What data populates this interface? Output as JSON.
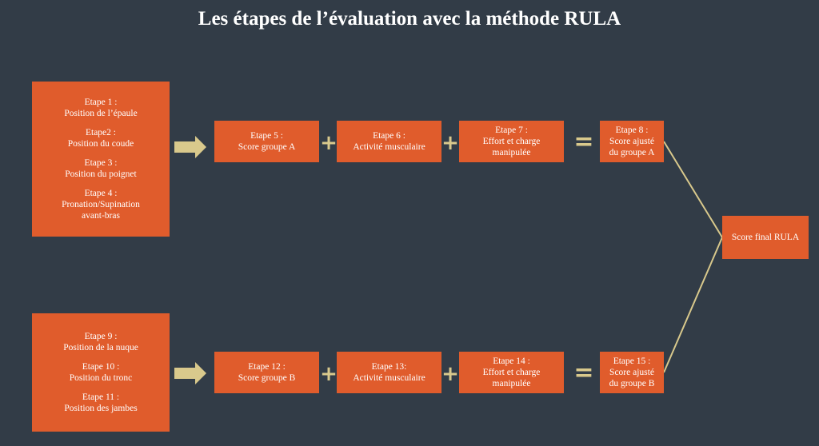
{
  "title": "Les étapes de l’évaluation avec la méthode RULA",
  "colors": {
    "background": "#323c47",
    "box": "#e05c2c",
    "accent": "#d9c98c",
    "text": "#ffffff"
  },
  "icons": {
    "arrow": "right-arrow-icon",
    "plus": "plus-icon",
    "equals": "equals-icon"
  },
  "group_a": {
    "inputs": [
      [
        "Etape 1 :",
        "Position de l’épaule"
      ],
      [
        "Etape2 :",
        "Position du coude"
      ],
      [
        "Etape 3 :",
        "Position du poignet"
      ],
      [
        "Etape 4 :",
        "Pronation/Supination",
        "avant-bras"
      ]
    ],
    "step5": [
      "Etape 5 :",
      "Score groupe A"
    ],
    "step6": [
      "Etape 6 :",
      "Activité musculaire"
    ],
    "step7": [
      "Etape 7 :",
      "Effort et charge",
      "manipulée"
    ],
    "step8": [
      "Etape 8 :",
      "Score ajusté",
      "du groupe A"
    ]
  },
  "group_b": {
    "inputs": [
      [
        "Etape 9 :",
        "Position de la nuque"
      ],
      [
        "Etape 10 :",
        "Position du tronc"
      ],
      [
        "Etape 11 :",
        "Position des jambes"
      ]
    ],
    "step12": [
      "Etape 12 :",
      "Score groupe B"
    ],
    "step13": [
      "Etape 13:",
      "Activité musculaire"
    ],
    "step14": [
      "Etape 14 :",
      "Effort et charge",
      "manipulée"
    ],
    "step15": [
      "Etape 15 :",
      "Score ajusté",
      "du groupe B"
    ]
  },
  "final": "Score final RULA",
  "symbols": {
    "plus": "+",
    "equals": "="
  }
}
